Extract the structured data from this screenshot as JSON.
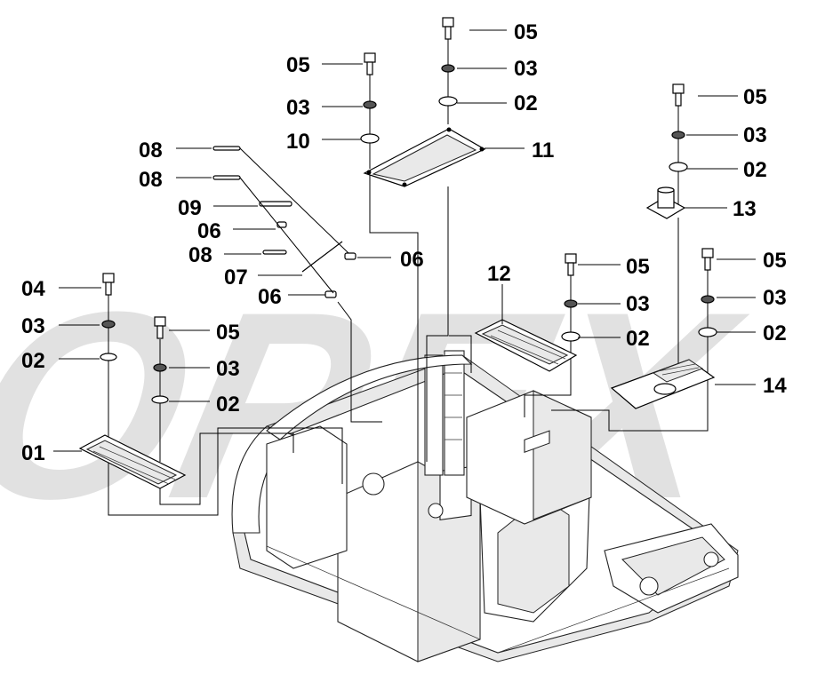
{
  "callouts": {
    "c01": "01",
    "c02a": "02",
    "c02b": "02",
    "c02c": "02",
    "c02d": "02",
    "c02e": "02",
    "c02f": "02",
    "c03a": "03",
    "c03b": "03",
    "c03c": "03",
    "c03d": "03",
    "c03e": "03",
    "c03f": "03",
    "c03g": "03",
    "c04": "04",
    "c05a": "05",
    "c05b": "05",
    "c05c": "05",
    "c05d": "05",
    "c05e": "05",
    "c05f": "05",
    "c06a": "06",
    "c06b": "06",
    "c06c": "06",
    "c07": "07",
    "c08a": "08",
    "c08b": "08",
    "c08c": "08",
    "c09": "09",
    "c10": "10",
    "c11": "11",
    "c12": "12",
    "c13": "13",
    "c14": "14"
  },
  "watermark": {
    "text": "OPEX",
    "color": "#c9c9c9"
  }
}
